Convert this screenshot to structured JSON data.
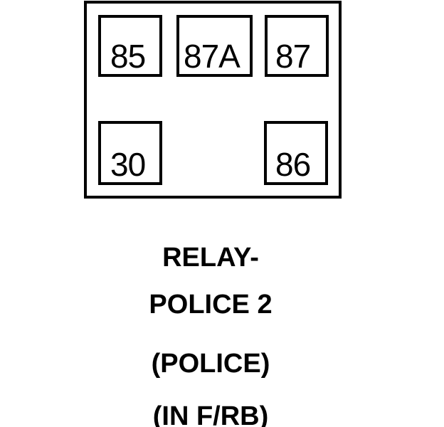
{
  "relay_diagram": {
    "pins": {
      "top_left": "85",
      "top_center": "87A",
      "top_right": "87",
      "bottom_left": "30",
      "bottom_right": "86"
    },
    "caption": {
      "line1": "RELAY-",
      "line2": "POLICE 2",
      "line3": "(POLICE)",
      "line4": "(IN F/RB)"
    },
    "colors": {
      "line": "#000000",
      "background": "#ffffff"
    }
  }
}
